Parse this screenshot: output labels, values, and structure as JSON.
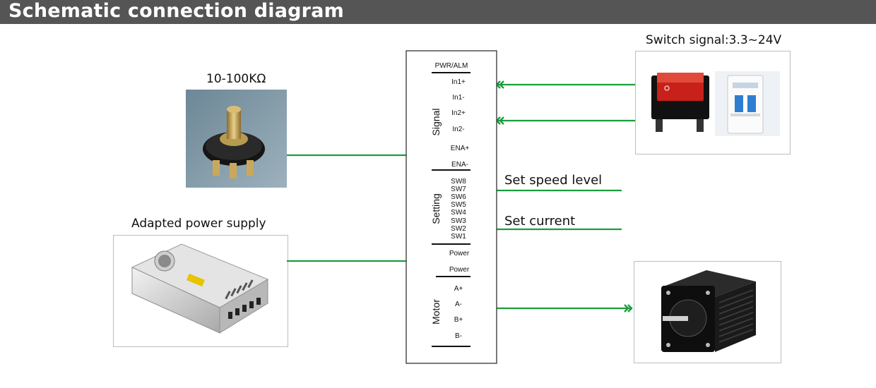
{
  "header": {
    "title": "Schematic connection diagram"
  },
  "labels": {
    "potentiometer": "10-100KΩ",
    "power_supply": "Adapted power supply",
    "switch_signal": "Switch signal:3.3~24V",
    "set_speed": "Set speed level",
    "set_current": "Set current"
  },
  "driver": {
    "top_label": "PWR/ALM",
    "groups": {
      "signal": "Signal",
      "setting": "Setting",
      "motor": "Motor"
    },
    "signal_pins": [
      "In1+",
      "In1-",
      "In2+",
      "In2-",
      "ENA+",
      "ENA-"
    ],
    "setting_pins": [
      "SW8",
      "SW7",
      "SW6",
      "SW5",
      "SW4",
      "SW3",
      "SW2",
      "SW1"
    ],
    "power_pins": [
      "Power",
      "Power"
    ],
    "motor_pins": [
      "A+",
      "A-",
      "B+",
      "B-"
    ]
  },
  "colors": {
    "header_bg": "#555555",
    "header_text": "#ffffff",
    "wire": "#1a9e3c",
    "frame": "#bdbdbd"
  },
  "icons": [
    "potentiometer-photo",
    "power-supply-photo",
    "rocker-switch-photo",
    "circuit-breaker-photo",
    "stepper-motor-photo",
    "double-chevron-arrow-icon"
  ]
}
